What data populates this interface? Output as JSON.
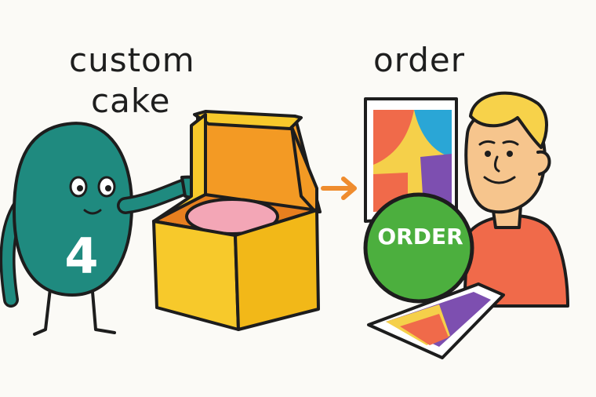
{
  "heading_left": {
    "line1": "custom",
    "line2": "cake"
  },
  "heading_right": "order",
  "character": {
    "badge_number": "4"
  },
  "order_badge": {
    "label": "ORDER"
  },
  "colors": {
    "background": "#fbfaf6",
    "character_teal": "#1f8a7f",
    "box_yellow": "#f7c92b",
    "box_orange": "#f39a24",
    "cake_pink": "#f3a6b6",
    "arrow_orange": "#ef8c2e",
    "order_green": "#4caf3e",
    "shirt_red": "#f06a4a",
    "skin": "#f6c58d",
    "hair": "#f7d24a"
  }
}
